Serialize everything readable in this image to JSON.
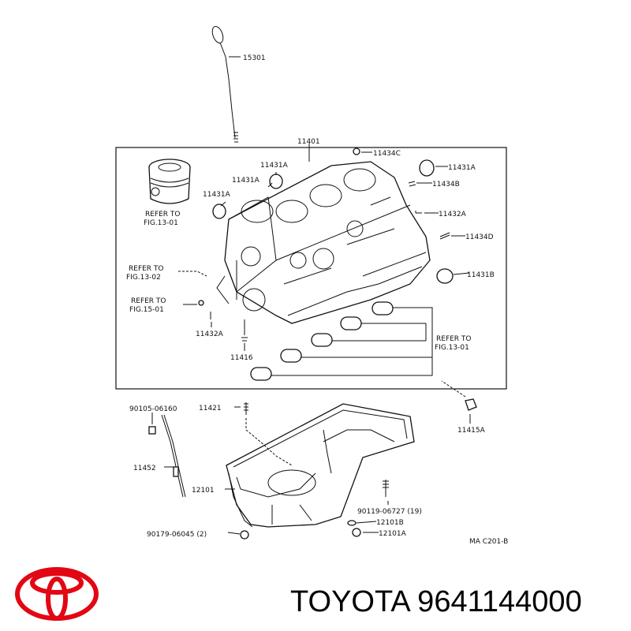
{
  "labels": {
    "dipstick": "15301",
    "block": "11401",
    "plug_c": "11434C",
    "plug_431a_right": "11431A",
    "plug_431a_top": "11431A",
    "plug_431a_mid": "11431A",
    "plug_431a_left": "11431A",
    "pin_b": "11434B",
    "plug_432a_right": "11432A",
    "pin_d": "11434D",
    "plug_431b": "11431B",
    "plug_432a_left": "11432A",
    "bearing": "11416",
    "drain_plug_415a": "11415A",
    "stud": "11421",
    "bolt_0160": "90105-06160",
    "guide": "11452",
    "oil_pan": "12101",
    "drain_plug_6045": "90179-06045 (2)",
    "bolt_6727": "90119-06727 (19)",
    "gasket_b": "12101B",
    "gasket_a": "12101A",
    "diagram_code": "MA C201-B"
  },
  "refer": {
    "piston": [
      "REFER TO",
      "FIG.13-01"
    ],
    "fig1302": [
      "REFER TO",
      "FIG.13-02"
    ],
    "fig1501": [
      "REFER TO",
      "FIG.15-01"
    ],
    "bearings": [
      "REFER TO",
      "FIG.13-01"
    ]
  },
  "brand": {
    "text": "TOYOTA 9641144000",
    "logo_color": "#e30613"
  }
}
